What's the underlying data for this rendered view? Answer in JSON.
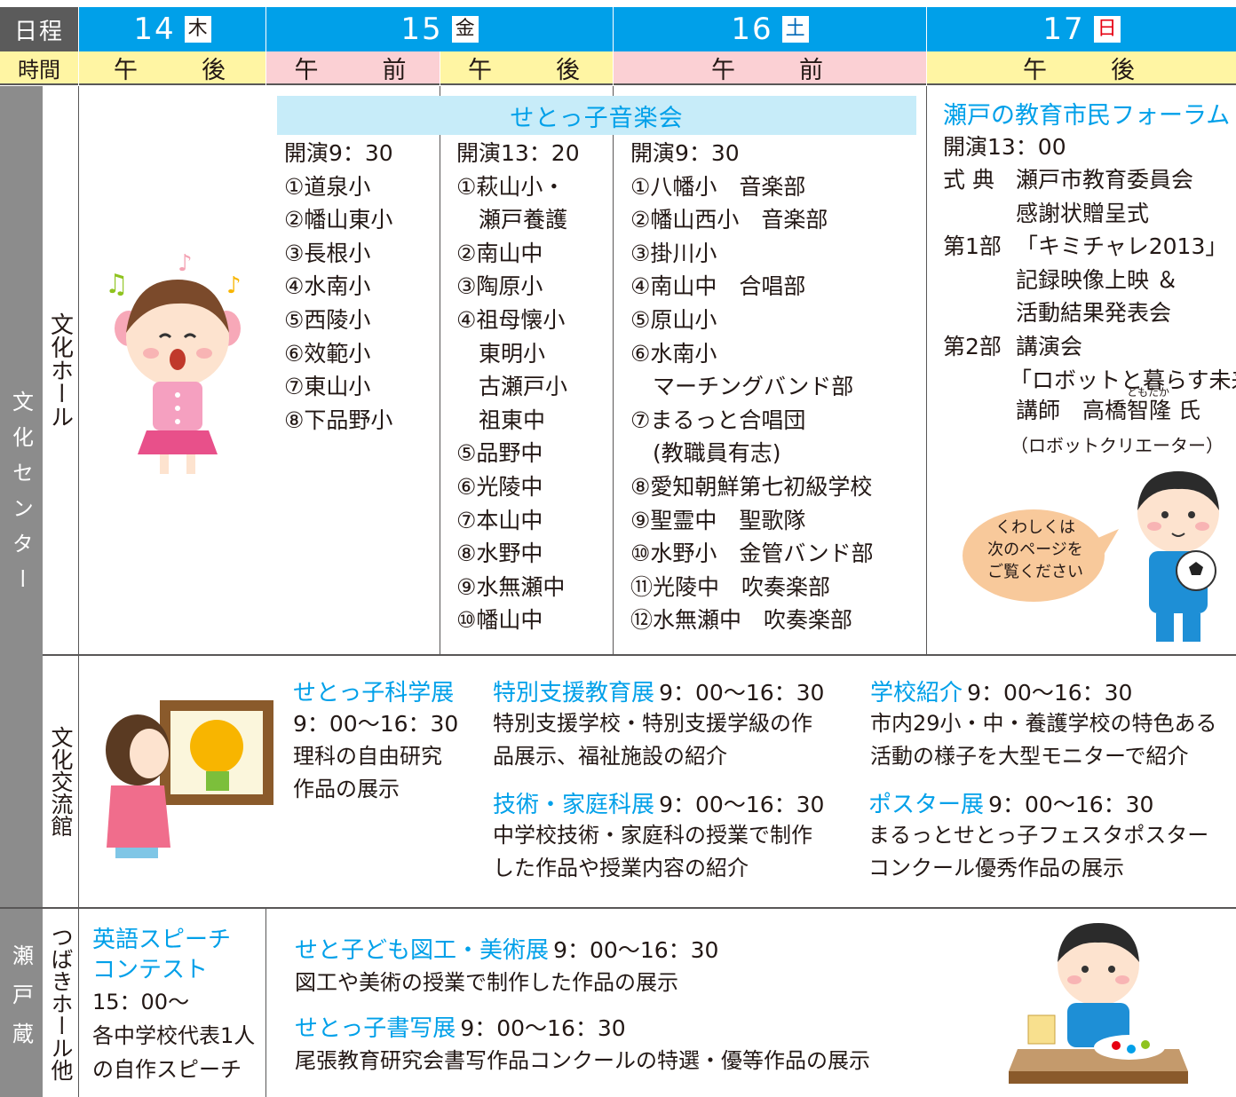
{
  "header": {
    "row1_label": "日程",
    "row2_label": "時間",
    "days": [
      {
        "num": "14",
        "weekday": "木"
      },
      {
        "num": "15",
        "weekday": "金"
      },
      {
        "num": "16",
        "weekday": "土"
      },
      {
        "num": "17",
        "weekday": "日"
      }
    ],
    "times": [
      "午　　後",
      "午　　前",
      "午　　後",
      "午　　前",
      "午　　後"
    ]
  },
  "venues": {
    "bunka_center": "文化センター",
    "bunka_hall": "文化ホール",
    "bunka_kouryukan": "文化交流館",
    "setogura": "瀬戸蔵",
    "tsubaki_hall": "つばきホール他"
  },
  "concert": {
    "title": "せとっ子音楽会",
    "col1": [
      "開演9：30",
      "①道泉小",
      "②幡山東小",
      "③長根小",
      "④水南小",
      "⑤西陵小",
      "⑥效範小",
      "⑦東山小",
      "⑧下品野小"
    ],
    "col2": [
      "開演13：20",
      "①萩山小・",
      "　瀬戸養護",
      "②南山中",
      "③陶原小",
      "④祖母懐小",
      "　東明小",
      "　古瀬戸小",
      "　祖東中",
      "⑤品野中",
      "⑥光陵中",
      "⑦本山中",
      "⑧水野中",
      "⑨水無瀬中",
      "⑩幡山中"
    ],
    "col3": [
      "開演9：30",
      "①八幡小　音楽部",
      "②幡山西小　音楽部",
      "③掛川小",
      "④南山中　合唱部",
      "⑤原山小",
      "⑥水南小",
      "　マーチングバンド部",
      "⑦まるっと合唱団",
      "　(教職員有志)",
      "⑧愛知朝鮮第七初級学校",
      "⑨聖霊中　聖歌隊",
      "⑩水野小　金管バンド部",
      "⑪光陵中　吹奏楽部",
      "⑫水無瀬中　吹奏楽部"
    ]
  },
  "forum": {
    "title": "瀬戸の教育市民フォーラム",
    "start": "開演13：00",
    "rows": [
      {
        "label": "式 典",
        "lines": [
          "瀬戸市教育委員会",
          "感謝状贈呈式"
        ]
      },
      {
        "label": "第1部",
        "lines": [
          "「キミチャレ2013」",
          "記録映像上映 ＆",
          "活動結果発表会"
        ]
      },
      {
        "label": "第2部",
        "lines": [
          "講演会",
          "「ロボットと暮らす未来」"
        ]
      }
    ],
    "lecturer_prefix": "講師　高橋",
    "lecturer_name": "智隆",
    "lecturer_ruby": "ともたか",
    "lecturer_suffix": "氏",
    "lecturer_title": "（ロボットクリエーター）",
    "bubble": [
      "くわしくは",
      "次のページを",
      "ご覧ください"
    ]
  },
  "exhibits": {
    "science": {
      "title": "せとっ子科学展",
      "time": "9：00〜16：30",
      "desc": [
        "理科の自由研究",
        "作品の展示"
      ]
    },
    "special": {
      "title": "特別支援教育展",
      "time": "9：00〜16：30",
      "desc": [
        "特別支援学校・特別支援学級の作",
        "品展示、福祉施設の紹介"
      ]
    },
    "school": {
      "title": "学校紹介",
      "time": "9：00〜16：30",
      "desc": [
        "市内29小・中・養護学校の特色ある",
        "活動の様子を大型モニターで紹介"
      ]
    },
    "tech": {
      "title": "技術・家庭科展",
      "time": "9：00〜16：30",
      "desc": [
        "中学校技術・家庭科の授業で制作",
        "した作品や授業内容の紹介"
      ]
    },
    "poster": {
      "title": "ポスター展",
      "time": "9：00〜16：30",
      "desc": [
        "まるっとせとっ子フェスタポスター",
        "コンクール優秀作品の展示"
      ]
    }
  },
  "bottom": {
    "speech": {
      "title": [
        "英語スピーチ",
        "コンテスト"
      ],
      "time": "15：00〜",
      "desc": [
        "各中学校代表1人",
        "の自作スピーチ"
      ]
    },
    "art": {
      "title": "せと子ども図工・美術展",
      "time": "9：00〜16：30",
      "desc": "図工や美術の授業で制作した作品の展示"
    },
    "calligraphy": {
      "title": "せとっ子書写展",
      "time": "9：00〜16：30",
      "desc": "尾張教育研究会書写作品コンクールの特選・優等作品の展示"
    }
  },
  "colors": {
    "header_cyan": "#00a0e9",
    "time_yellow": "#fff5a3",
    "time_pink": "#fbd0d4",
    "concert_band": "#c7ecf9",
    "venue_gray": "#5b5b5b"
  }
}
